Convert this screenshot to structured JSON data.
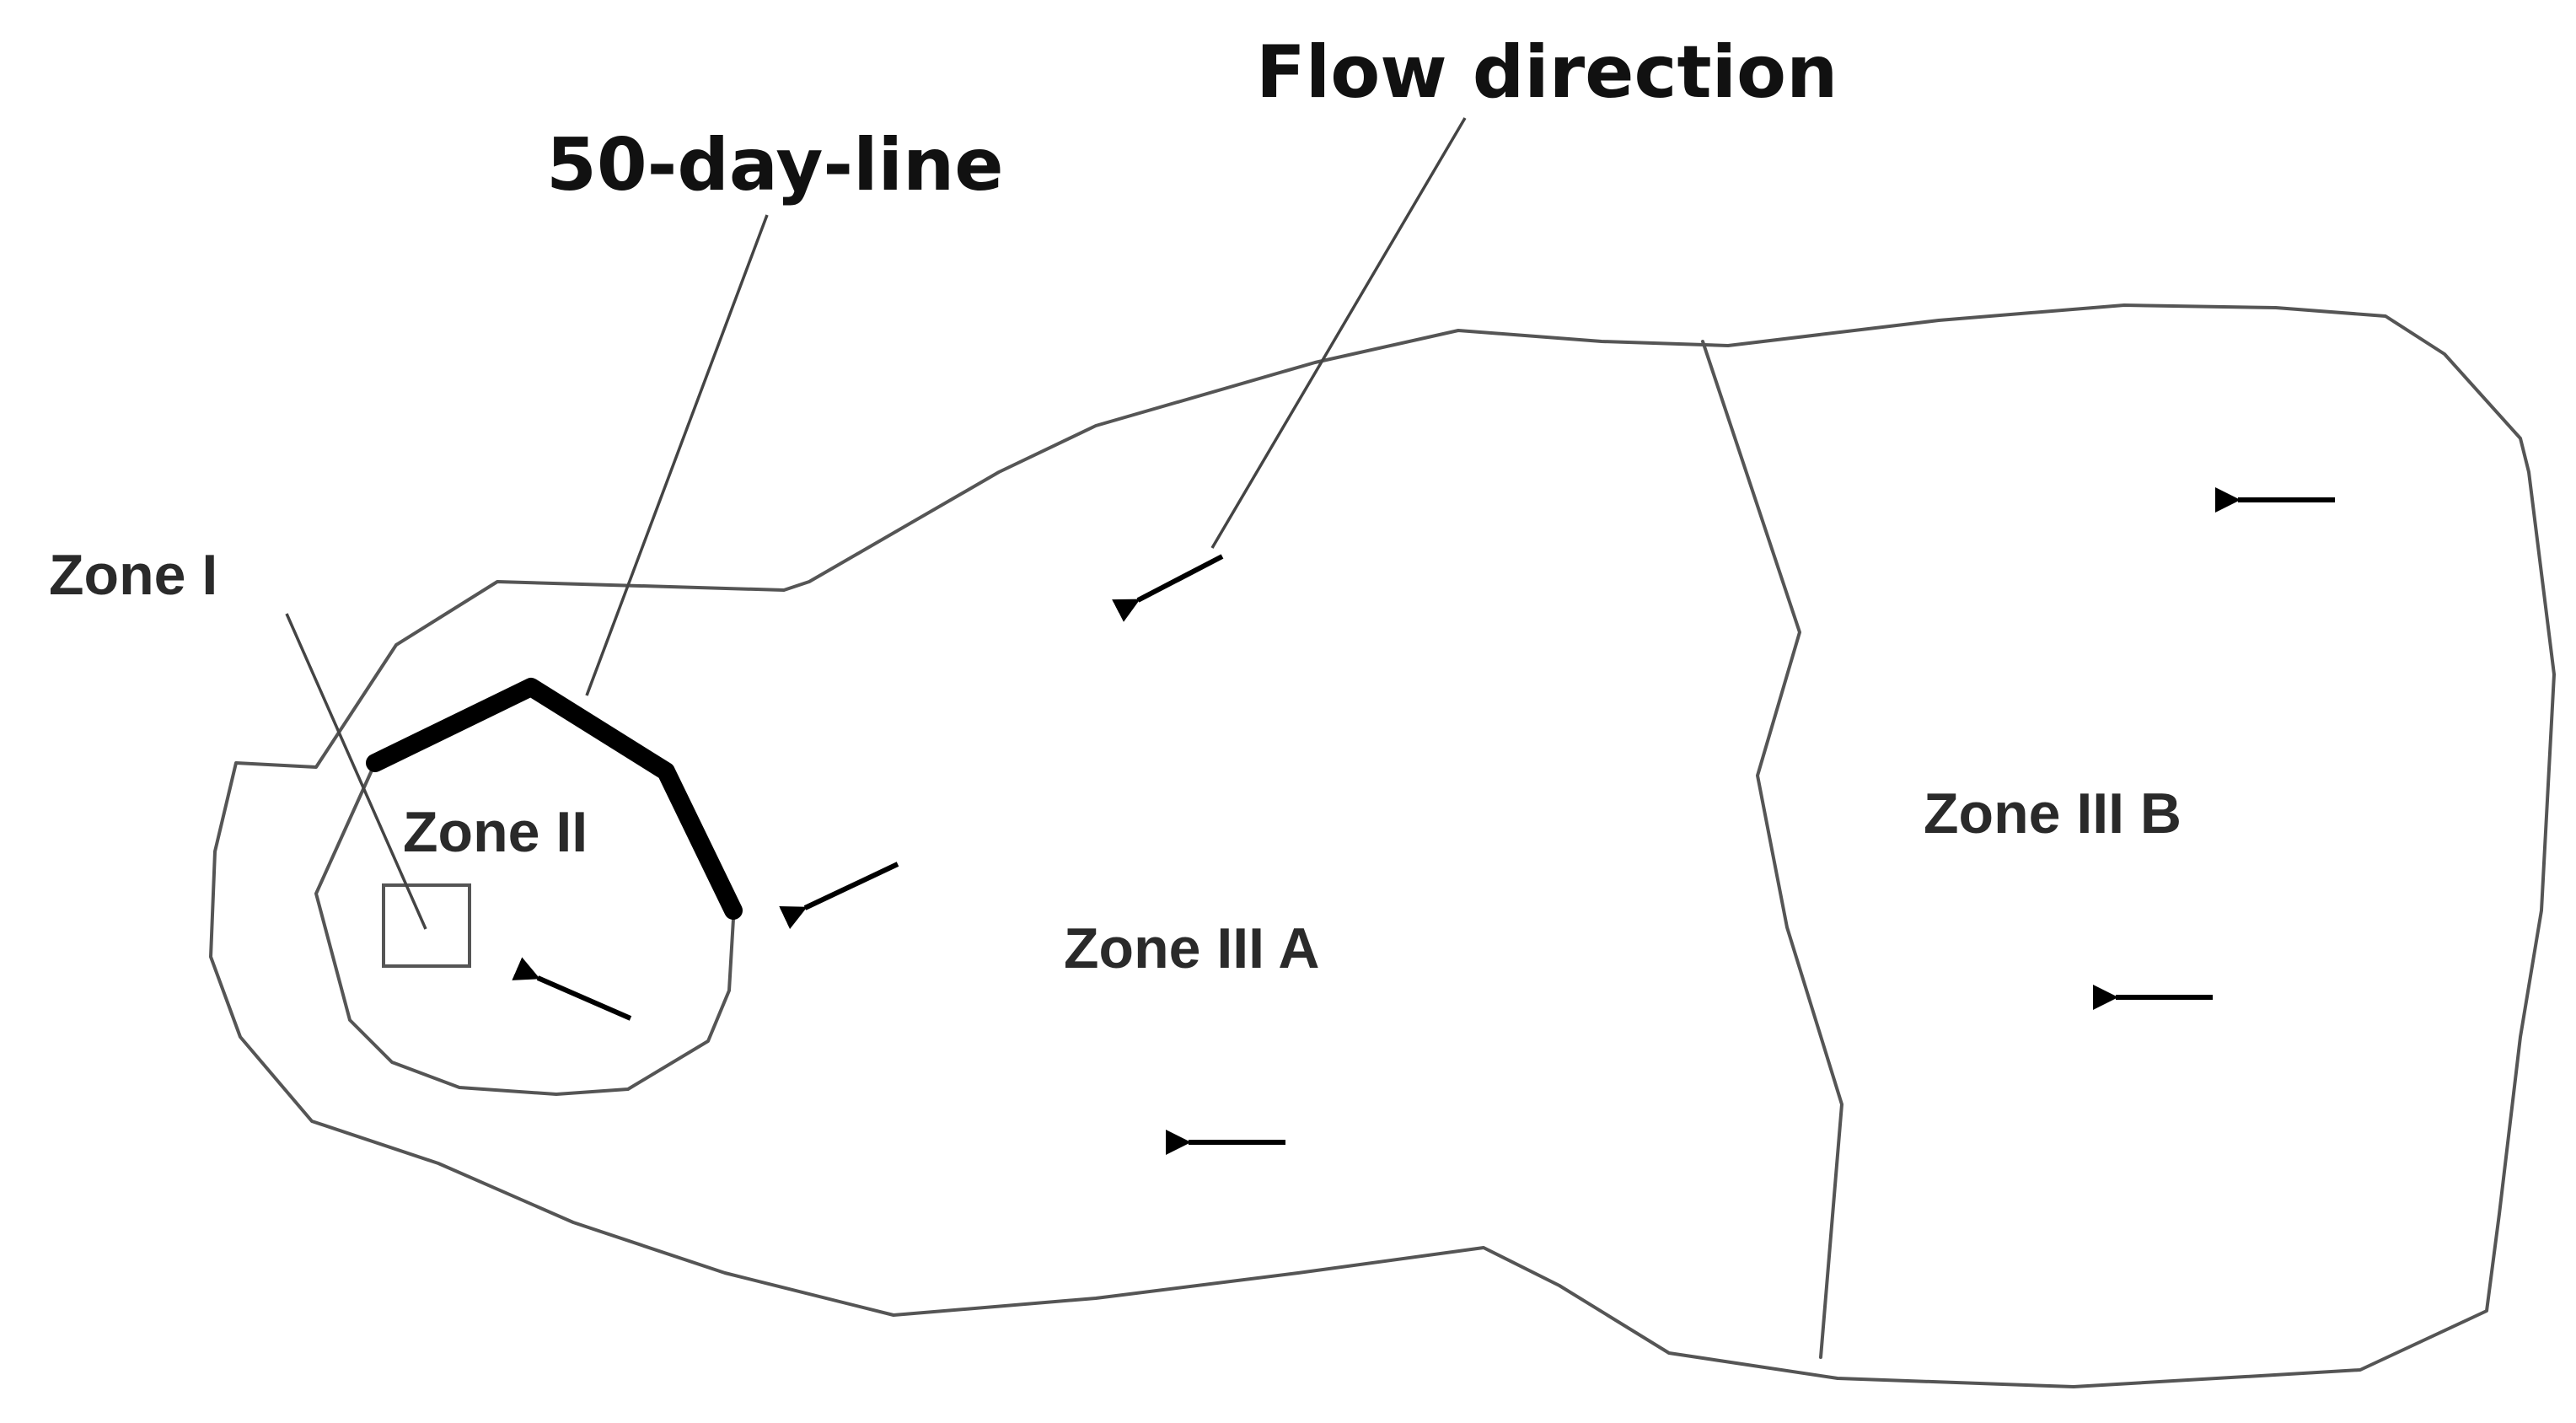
{
  "labels": {
    "flow_direction": "Flow direction",
    "fifty_day_line": "50-day-line",
    "zone_1": "Zone I",
    "zone_2": "Zone II",
    "zone_3a": "Zone III A",
    "zone_3b": "Zone III B"
  },
  "colors": {
    "outline": "#555555",
    "fifty_day_line": "#000000",
    "arrows": "#000000",
    "text": "#111111"
  },
  "icons": {
    "flow_arrow": "arrow-left-icon"
  }
}
